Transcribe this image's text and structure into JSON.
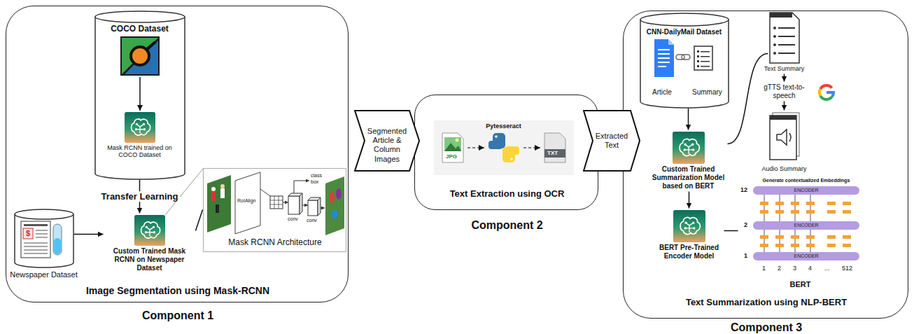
{
  "diagram": {
    "nodes": [
      {
        "text": [
          "Image Segmentation using Mask-RCNN",
          "Component 1"
        ]
      },
      {
        "text": [
          "COCO Dataset"
        ],
        "in": 0
      },
      {
        "text": [
          "Mask RCNN trained on COCO Dataset"
        ],
        "in": 1
      },
      {
        "text": [
          "Newspaper Dataset"
        ],
        "in": 0
      },
      {
        "text": [
          "Custom Trained Mask RCNN on Newspaper Dataset"
        ],
        "in": 0
      },
      {
        "text": [
          "Mask RCNN Architecture"
        ],
        "in": 0
      },
      {
        "text": [
          "Segmented Article & Column Images"
        ]
      },
      {
        "text": [
          "Text Extraction using OCR",
          "Component 2"
        ]
      },
      {
        "text": [
          "Pytesseract"
        ],
        "in": 7
      },
      {
        "text": [
          "Extracted Text"
        ]
      },
      {
        "text": [
          "Text Summarization using NLP-BERT",
          "Component 3"
        ]
      },
      {
        "text": [
          "CNN-DailyMail Dataset"
        ],
        "in": 10
      },
      {
        "text": [
          "Text Summary"
        ],
        "in": 10
      },
      {
        "text": [
          "gTTS text-to-speech"
        ],
        "in": 10
      },
      {
        "text": [
          "Audio Summary"
        ],
        "in": 10
      },
      {
        "text": [
          "Custom Trained Summarization Model based on BERT"
        ],
        "in": 10
      },
      {
        "text": [
          "BERT Pre-Trained Encoder Model"
        ],
        "in": 10
      },
      {
        "text": [
          "BERT"
        ],
        "in": 10
      }
    ],
    "edges": [
      {
        "from": 1,
        "to": 4,
        "arrow": "to",
        "label": "Transfer Learning"
      },
      {
        "from": 3,
        "to": 4,
        "arrow": "to"
      },
      {
        "from": 4,
        "to": 5,
        "arrow": "none"
      },
      {
        "from": 11,
        "to": 15,
        "arrow": "to"
      },
      {
        "from": 15,
        "to": 16,
        "arrow": "to"
      },
      {
        "from": 15,
        "to": 12,
        "arrow": "none"
      },
      {
        "from": 12,
        "to": 13,
        "arrow": "to"
      },
      {
        "from": 13,
        "to": 14,
        "arrow": "to"
      },
      {
        "from": 16,
        "to": 17,
        "arrow": "none"
      }
    ],
    "labels": [
      "$",
      "RoIAlign",
      "class",
      "box",
      "conv",
      "conv",
      "JPG",
      "TXT",
      "Article",
      "Summary",
      "Generate contextualized Embeddings",
      "12",
      "ENCODER",
      "2",
      "ENCODER",
      "1",
      "ENCODER",
      "1",
      "2",
      "3",
      "4",
      "...",
      "512"
    ]
  }
}
